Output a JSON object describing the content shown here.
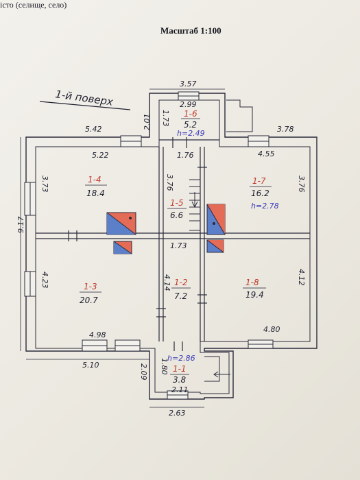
{
  "header": {
    "cut_text": "істо (селище, село)",
    "scale": "Масштаб 1:100"
  },
  "floor_title": "1-й поверх",
  "outer_dims": {
    "left_side": "9.17",
    "top_left": "5.42",
    "top_right": "3.78",
    "bottom_left": "5.10",
    "ext_top": "3.57",
    "ext_top_vertical": "2.01",
    "porch_bottom": "2.63",
    "porch_side": "2.09"
  },
  "rooms": [
    {
      "id": "1-1",
      "area": "3.8",
      "dims": [
        "1.80",
        "2.11"
      ],
      "height": "h=2.86"
    },
    {
      "id": "1-2",
      "area": "7.2",
      "dims": [
        "4.14"
      ]
    },
    {
      "id": "1-3",
      "area": "20.7",
      "dims": [
        "4.23",
        "4.98"
      ]
    },
    {
      "id": "1-4",
      "area": "18.4",
      "dims": [
        "5.22",
        "3.73"
      ]
    },
    {
      "id": "1-5",
      "area": "6.6",
      "dims": [
        "3.76",
        "1.76",
        "1.73"
      ]
    },
    {
      "id": "1-6",
      "area": "5.2",
      "dims": [
        "2.99",
        "1.73"
      ],
      "height": "h=2.49"
    },
    {
      "id": "1-7",
      "area": "16.2",
      "dims": [
        "4.55",
        "3.76"
      ],
      "height": "h=2.78"
    },
    {
      "id": "1-8",
      "area": "19.4",
      "dims": [
        "4.12",
        "4.80"
      ]
    }
  ]
}
